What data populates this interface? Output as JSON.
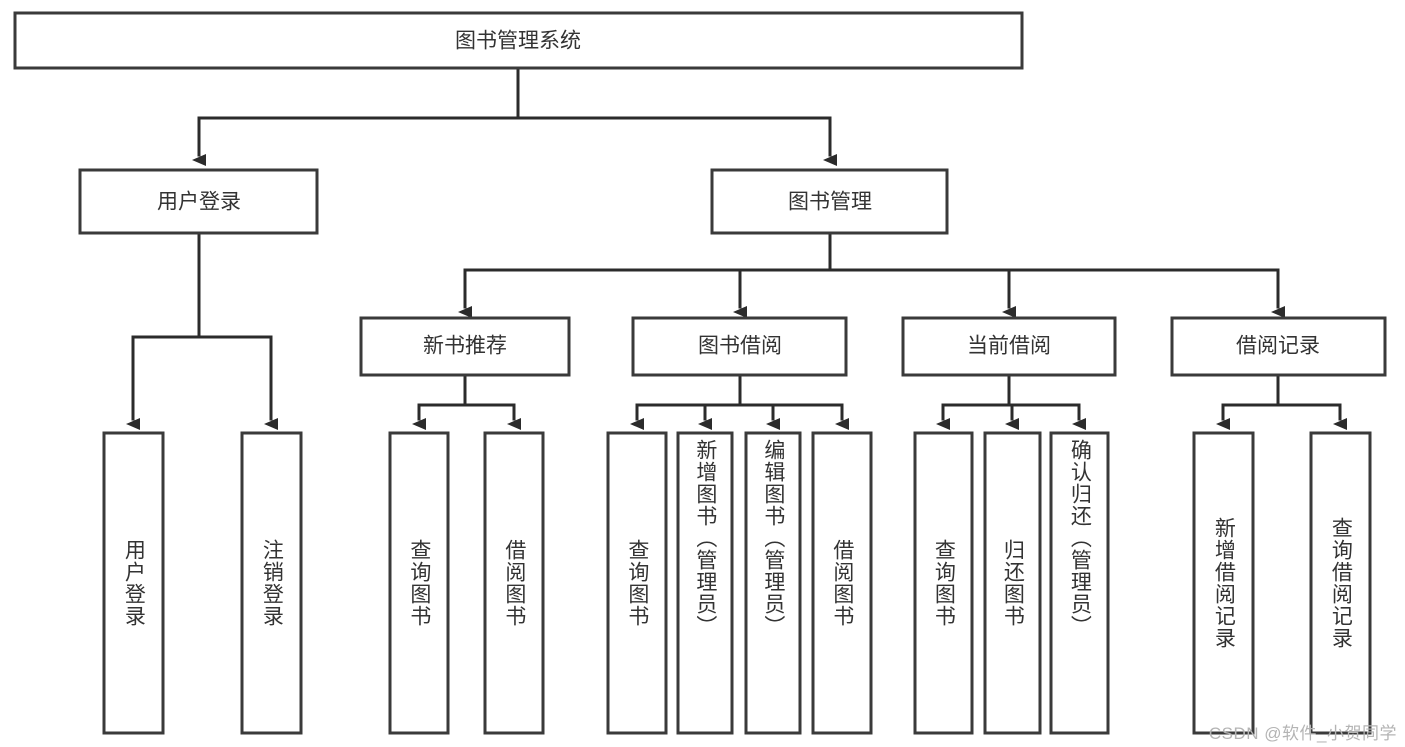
{
  "diagram": {
    "type": "tree-hierarchy",
    "title": "图书管理系统",
    "watermark": "CSDN @软件_小贺同学",
    "colors": {
      "background": "#ffffff",
      "box_stroke": "#3a3a3a",
      "connector": "#2b2b2b",
      "text": "#333333",
      "watermark": "#b4b4b4"
    },
    "root": {
      "label": "图书管理系统"
    },
    "level1": [
      {
        "label": "用户登录"
      },
      {
        "label": "图书管理"
      }
    ],
    "level2": [
      {
        "label": "新书推荐"
      },
      {
        "label": "图书借阅"
      },
      {
        "label": "当前借阅"
      },
      {
        "label": "借阅记录"
      }
    ],
    "leaves": {
      "user_login": [
        {
          "label": "用户登录"
        },
        {
          "label": "注销登录"
        }
      ],
      "new_book_recommend": [
        {
          "label": "查询图书"
        },
        {
          "label": "借阅图书"
        }
      ],
      "book_borrow": [
        {
          "label": "查询图书"
        },
        {
          "label": "新增图书（管理员）"
        },
        {
          "label": "编辑图书（管理员）"
        },
        {
          "label": "借阅图书"
        }
      ],
      "current_borrow": [
        {
          "label": "查询图书"
        },
        {
          "label": "归还图书"
        },
        {
          "label": "确认归还（管理员）"
        }
      ],
      "borrow_record": [
        {
          "label": "新增借阅记录"
        },
        {
          "label": "查询借阅记录"
        }
      ]
    }
  }
}
